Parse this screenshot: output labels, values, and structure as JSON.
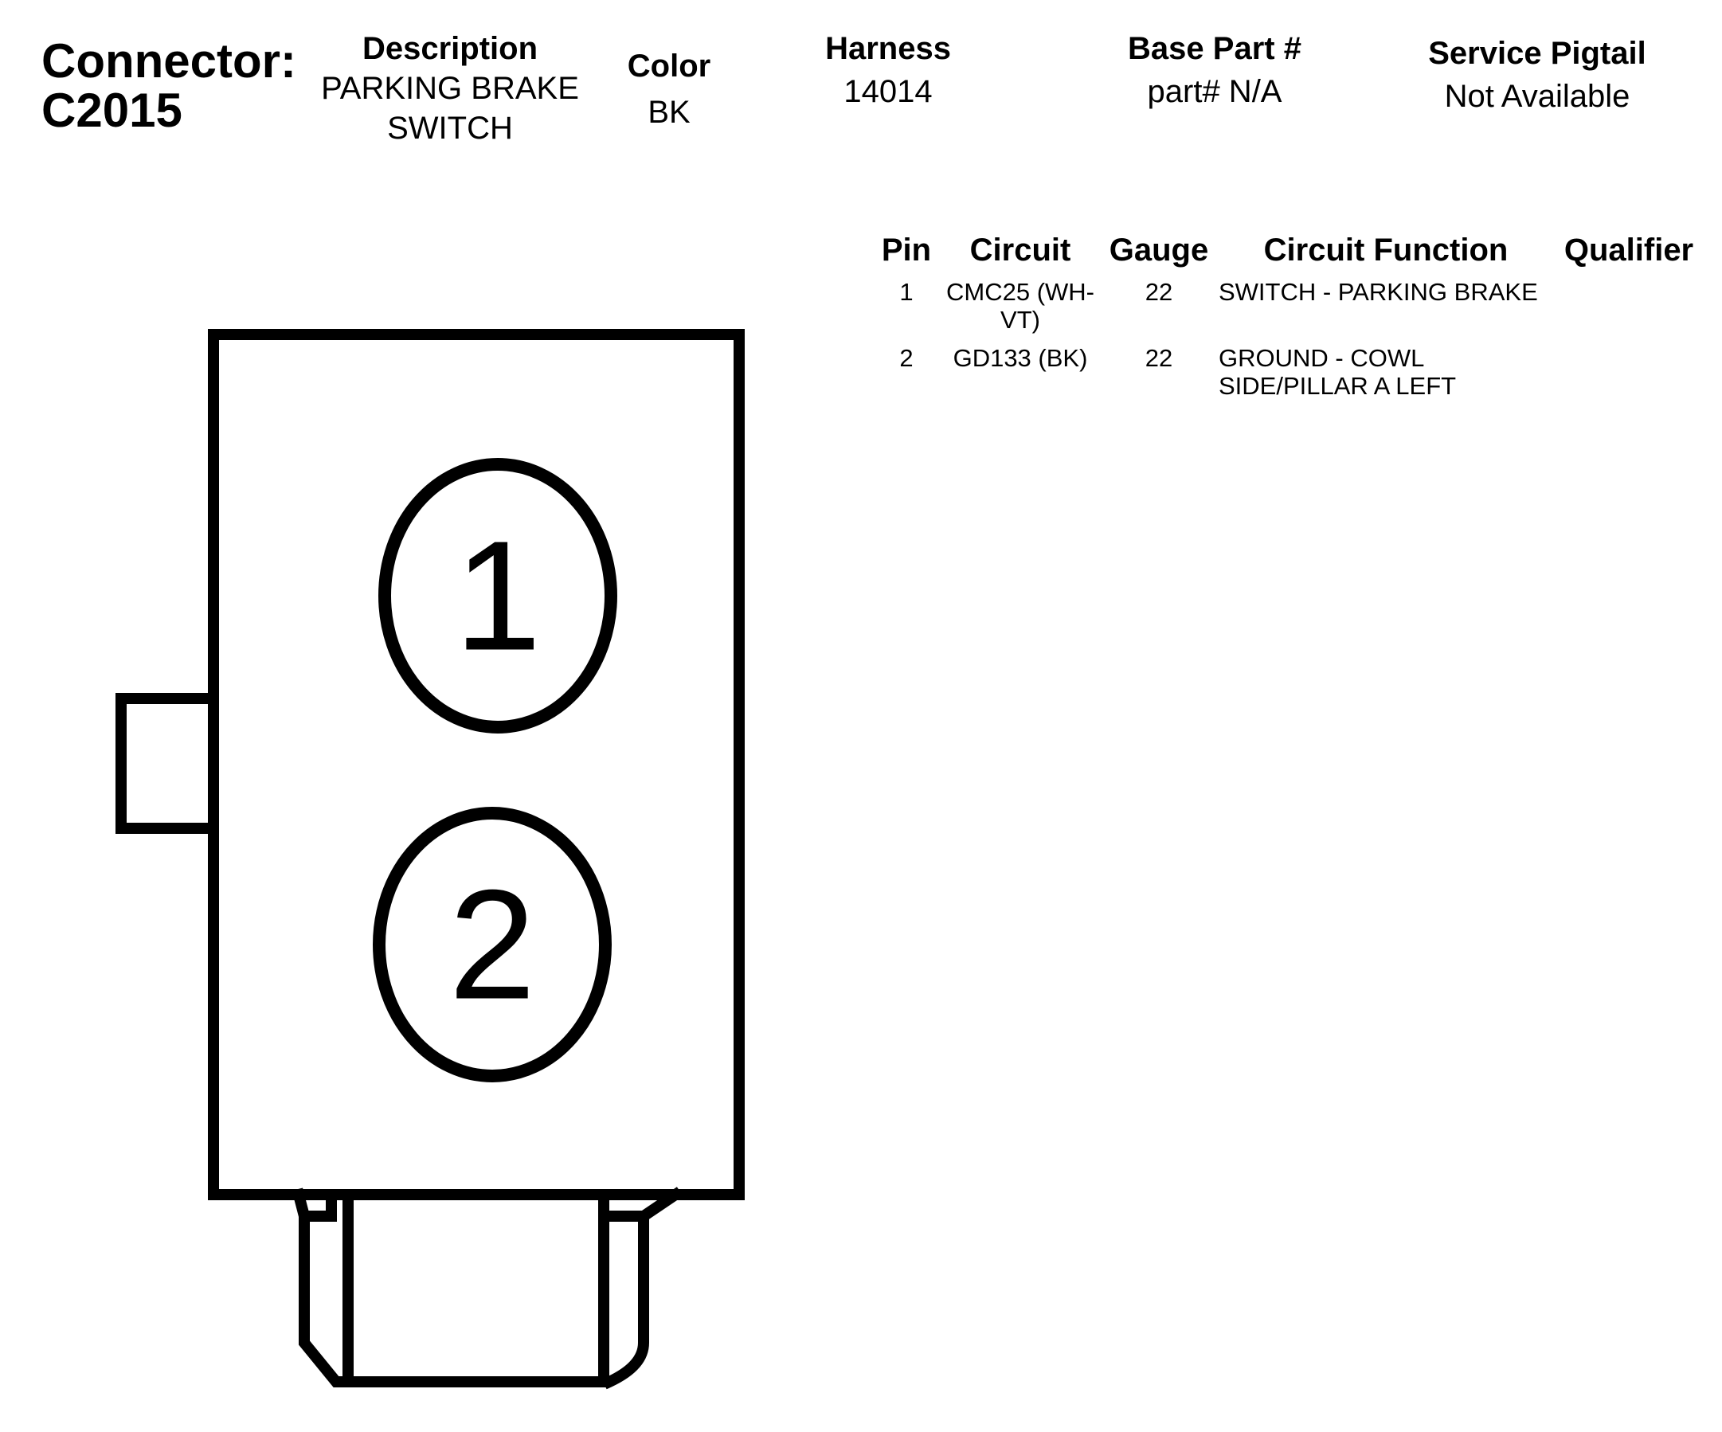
{
  "header": {
    "connector_label": "Connector:",
    "connector_id": "C2015",
    "description_label": "Description",
    "description_line1": "PARKING BRAKE",
    "description_line2": "SWITCH",
    "color_label": "Color",
    "color_value": "BK",
    "harness_label": "Harness",
    "harness_value": "14014",
    "base_part_label": "Base Part #",
    "base_part_value": "part# N/A",
    "service_pigtail_label": "Service Pigtail",
    "service_pigtail_value": "Not Available"
  },
  "pin_table": {
    "columns": {
      "pin": "Pin",
      "circuit": "Circuit",
      "gauge": "Gauge",
      "function": "Circuit Function",
      "qualifier": "Qualifier"
    },
    "rows": [
      {
        "pin": "1",
        "circuit_line1": "CMC25 (WH-",
        "circuit_line2": "VT)",
        "gauge": "22",
        "function_line1": "SWITCH - PARKING BRAKE",
        "function_line2": "",
        "qualifier": ""
      },
      {
        "pin": "2",
        "circuit_line1": "GD133 (BK)",
        "circuit_line2": "",
        "gauge": "22",
        "function_line1": "GROUND - COWL",
        "function_line2": "SIDE/PILLAR A LEFT",
        "qualifier": ""
      }
    ]
  },
  "diagram": {
    "pins": [
      {
        "label": "1"
      },
      {
        "label": "2"
      }
    ]
  }
}
